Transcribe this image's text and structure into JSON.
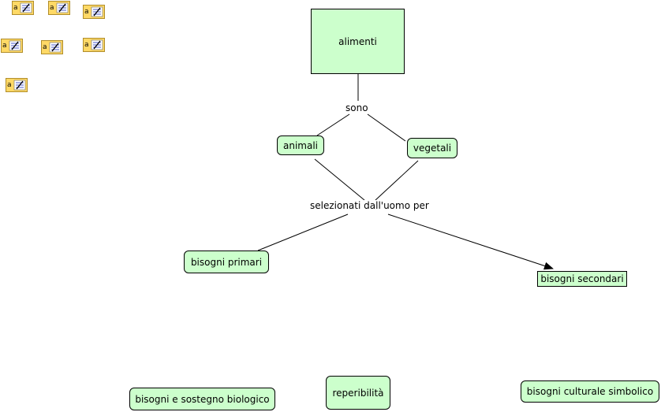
{
  "diagram": {
    "concepts": {
      "alimenti": "alimenti",
      "animali": "animali",
      "vegetali": "vegetali",
      "bisogni_primari": "bisogni primari",
      "bisogni_secondari": "bisogni secondari",
      "bisogni_sostegno": "bisogni e sostegno biologico",
      "reperibilita": "reperibilità",
      "bisogni_culturale": "bisogni culturale simbolico"
    },
    "linking_phrases": {
      "sono": "sono",
      "selezionati": "selezionati dall'uomo per"
    },
    "note_icons": [
      "note-icon",
      "note-icon",
      "note-icon",
      "note-icon",
      "note-icon",
      "note-icon",
      "note-icon"
    ],
    "colors": {
      "concept_fill": "#ccffcc",
      "border": "#000000",
      "icon_fill": "#ffd966",
      "icon_border": "#b08d2b"
    }
  }
}
